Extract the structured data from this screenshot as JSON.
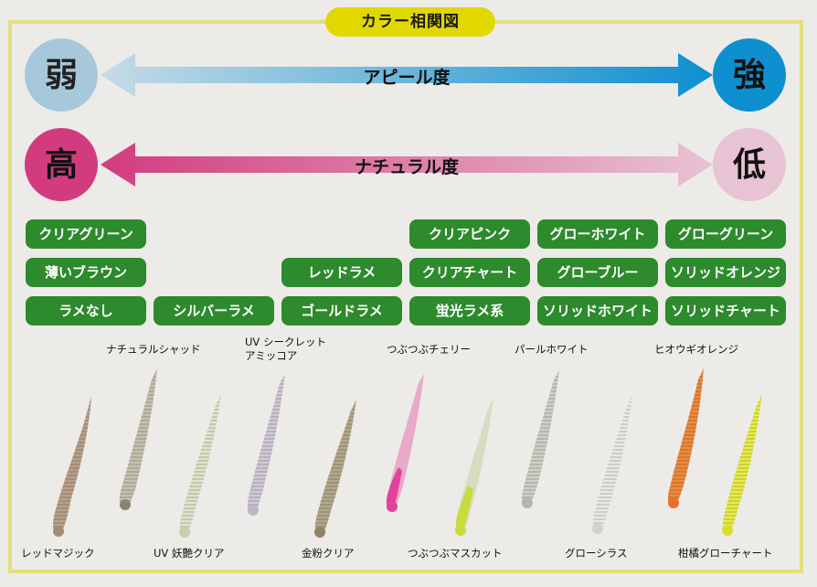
{
  "title": "カラー相関図",
  "appeal": {
    "label": "アピール度",
    "low": "弱",
    "high": "強"
  },
  "natural": {
    "label": "ナチュラル度",
    "high": "高",
    "low": "低"
  },
  "chips": {
    "r1": {
      "c5": "クリアピンク",
      "c6": "グローホワイト",
      "c7": "グローグリーン",
      "c1": "クリアグリーン"
    },
    "r2": {
      "c1": "薄いブラウン",
      "c4": "レッドラメ",
      "c5": "クリアチャート",
      "c6": "グローブルー",
      "c7": "ソリッドオレンジ"
    },
    "r3": {
      "c1": "ラメなし",
      "c2": "シルバーラメ",
      "c4": "ゴールドラメ",
      "c5": "蛍光ラメ系",
      "c6": "ソリッドホワイト",
      "c7": "ソリッドチャート"
    }
  },
  "lures": {
    "top": [
      "ナチュラルシャッド",
      "UV シークレット",
      "アミッコア",
      "つぶつぶチェリー",
      "パールホワイト",
      "ヒオウギオレンジ"
    ],
    "bottom": [
      "レッドマジック",
      "UV 妖艶クリア",
      "金粉クリア",
      "つぶつぶマスカット",
      "グローシラス",
      "柑橘グローチャート"
    ]
  },
  "colors": {
    "appeal_start": "#c5dbe6",
    "appeal_end": "#0e8fd0",
    "natural_start": "#d23c7f",
    "natural_end": "#e8c3d3",
    "chip": "#2d8a2d",
    "title_bg": "#e0d800",
    "frame": "#e4de7c"
  }
}
